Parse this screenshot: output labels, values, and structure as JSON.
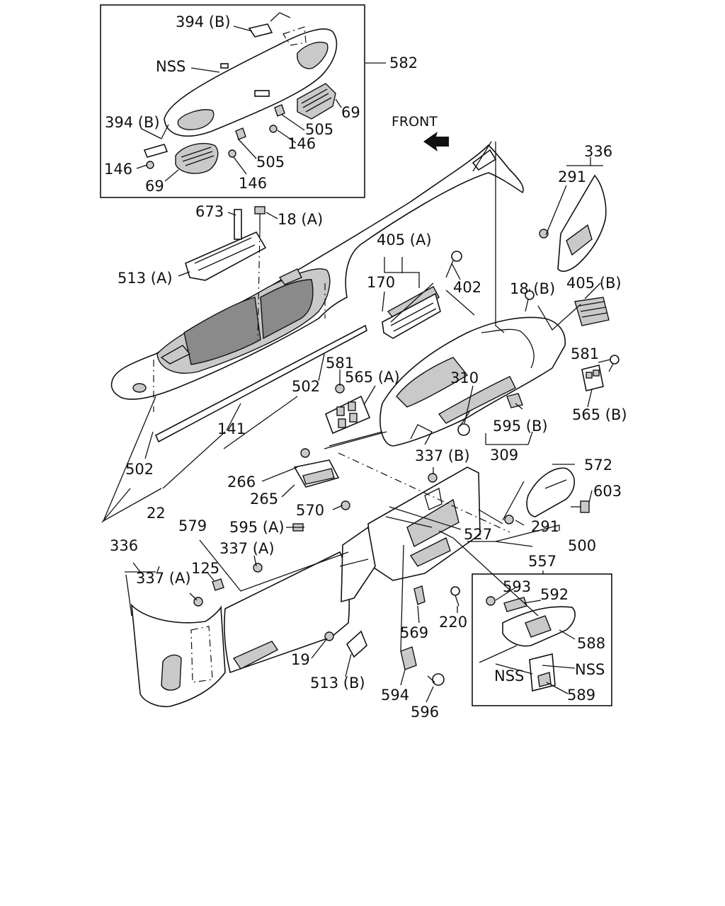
{
  "front_label": "FRONT",
  "labels": {
    "l394b_top": "394 (B)",
    "lnss_top": "NSS",
    "l582": "582",
    "l69a": "69",
    "l394b_mid": "394 (B)",
    "l505a": "505",
    "l146a": "146",
    "l146b": "146",
    "l505b": "505",
    "l69b": "69",
    "l146c": "146",
    "l673": "673",
    "l18a": "18 (A)",
    "l513a": "513 (A)",
    "l405a": "405 (A)",
    "l170": "170",
    "l402": "402",
    "l336_top": "336",
    "l291_top": "291",
    "l18b": "18 (B)",
    "l405b": "405 (B)",
    "l581_right": "581",
    "l565b": "565 (B)",
    "l581_left": "581",
    "l565a": "565 (A)",
    "l502_mid": "502",
    "l310": "310",
    "l595b": "595 (B)",
    "l309": "309",
    "l141": "141",
    "l502_low": "502",
    "l22": "22",
    "l337b": "337 (B)",
    "l572": "572",
    "l603": "603",
    "l266": "266",
    "l265": "265",
    "l570": "570",
    "l291_low": "291",
    "l527": "527",
    "l500": "500",
    "l579": "579",
    "l595a": "595 (A)",
    "l336_low": "336",
    "l337a_1": "337 (A)",
    "l125": "125",
    "l337a_2": "337 (A)",
    "l557": "557",
    "l593": "593",
    "l592": "592",
    "l220": "220",
    "l569": "569",
    "l588": "588",
    "l19": "19",
    "lnss_1": "NSS",
    "lnss_2": "NSS",
    "l513b": "513 (B)",
    "l589": "589",
    "l594": "594",
    "l596": "596"
  }
}
